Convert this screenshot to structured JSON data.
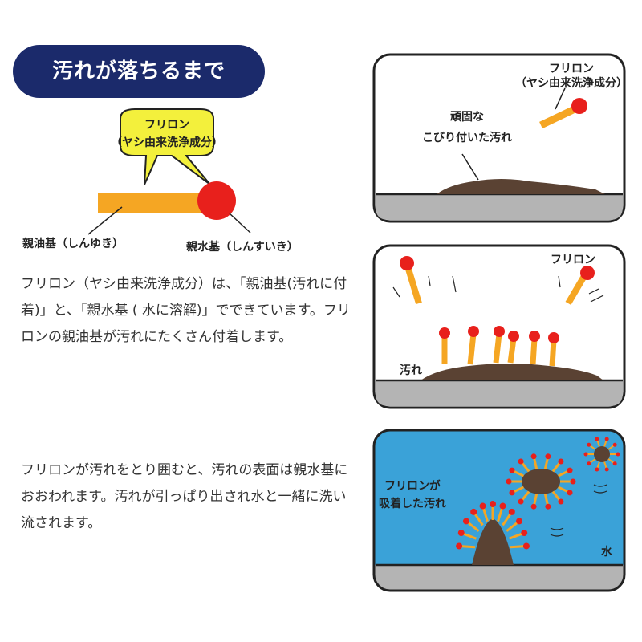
{
  "title": "汚れが落ちるまで",
  "explain": {
    "bubble_line1": "フリロン",
    "bubble_line2": "（ヤシ由来洗浄成分）",
    "lipophilic_label": "親油基（しんゆき）",
    "hydrophilic_label": "親水基（しんすいき）"
  },
  "paragraph1": "フリロン（ヤシ由来洗浄成分）は、「親油基(汚れに付着)」と、「親水基 ( 水に溶解)」でできています。フリロンの親油基が汚れにたくさん付着します。",
  "paragraph2": "フリロンが汚れをとり囲むと、汚れの表面は親水基におおわれます。汚れが引っぱり出され水と一緒に洗い流されます。",
  "panel1": {
    "label_line1": "フリロン",
    "label_line2": "（ヤシ由来洗浄成分）",
    "dirt_line1": "頑固な",
    "dirt_line2": "こびり付いた汚れ"
  },
  "panel2": {
    "furiron_label": "フリロン",
    "dirt_label": "汚れ"
  },
  "panel3": {
    "label_line1": "フリロンが",
    "label_line2": "吸着した汚れ",
    "water_label": "水"
  },
  "colors": {
    "navy": "#1b2a6b",
    "orange": "#f5a623",
    "red": "#e8201c",
    "bubble": "#f3f03c",
    "dirt": "#5a4233",
    "floor": "#b4b4b4",
    "water": "#3aa2d8"
  }
}
